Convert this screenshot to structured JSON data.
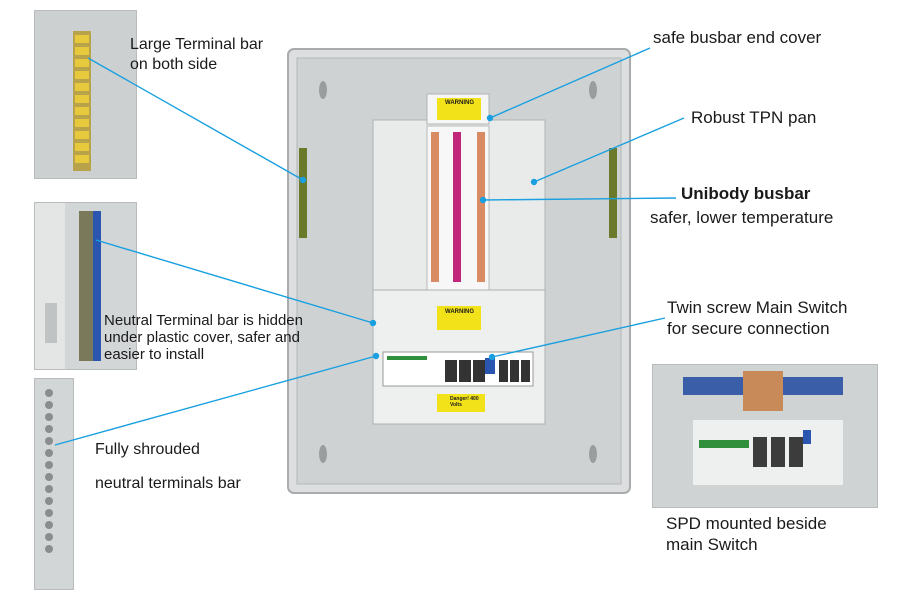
{
  "callouts": {
    "large_terminal": [
      "Large Terminal bar",
      "on both side"
    ],
    "busbar_cover": "safe busbar end cover",
    "tpn_pan": "Robust TPN pan",
    "unibody_title": "Unibody busbar",
    "unibody_sub": "safer, lower temperature",
    "neutral_hidden": [
      "Neutral Terminal bar is hidden",
      "under plastic cover, safer and",
      "easier to install"
    ],
    "twin_screw": [
      "Twin screw Main Switch",
      "for secure connection"
    ],
    "shrouded": [
      "Fully shrouded",
      "neutral terminals bar"
    ],
    "spd": [
      "SPD mounted beside",
      "main Switch"
    ]
  },
  "panel_labels": {
    "warning_top": "WARNING",
    "warning_mid": "WARNING",
    "danger": "Danger! 400 Volts"
  },
  "colors": {
    "callout_line": "#1aa0e0",
    "warning_yellow": "#f2e21a"
  }
}
